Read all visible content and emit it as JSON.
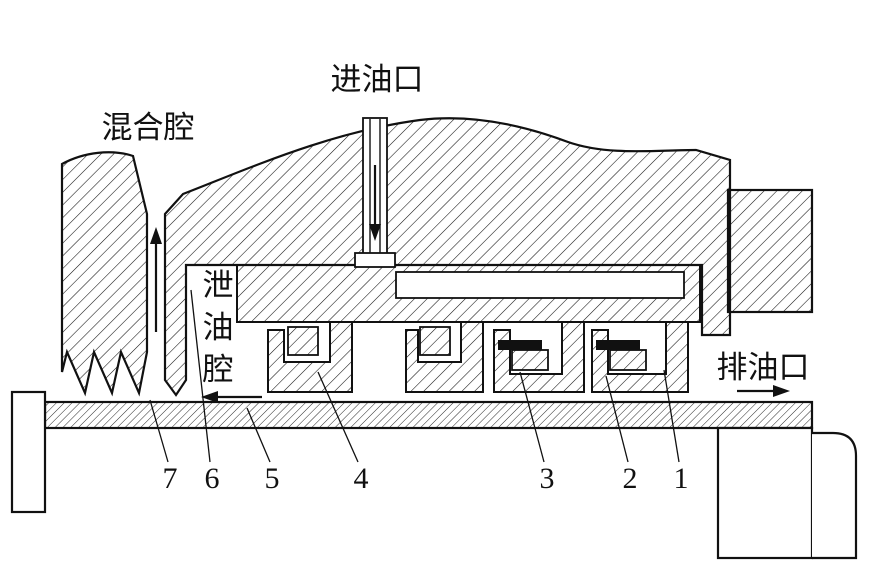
{
  "labels": {
    "oil_inlet": "进油口",
    "mixing_chamber": "混合腔",
    "drain_chamber_chars": [
      "泄",
      "油",
      "腔"
    ],
    "oil_outlet": "排油口"
  },
  "part_numbers": [
    "7",
    "6",
    "5",
    "4",
    "3",
    "2",
    "1"
  ],
  "colors": {
    "line": "#111111",
    "background": "#ffffff"
  }
}
